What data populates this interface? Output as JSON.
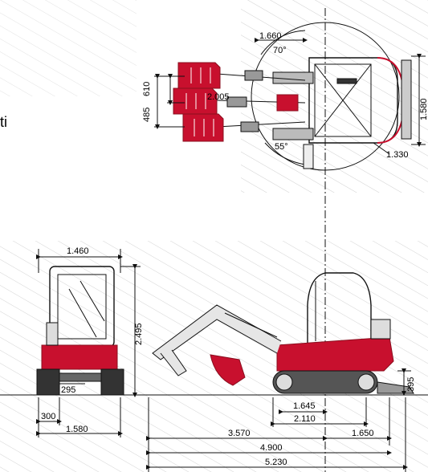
{
  "side_text": "ti",
  "colors": {
    "red": "#c8102e",
    "dark_red": "#8a0f1f",
    "line": "#111111",
    "hatch": "#c9c9c9"
  },
  "top_view": {
    "labels": {
      "d1660": "1.660",
      "a70": "70°",
      "d485": "485",
      "d610": "610",
      "d2005": "2.005",
      "a55": "55°",
      "d1330": "1.330",
      "d1580": "1.580"
    }
  },
  "front_view": {
    "labels": {
      "d1460": "1.460",
      "d2495": "2.495",
      "d295": "295",
      "d300": "300",
      "d1580": "1.580"
    }
  },
  "side_view": {
    "labels": {
      "d395": "395",
      "d1645": "1.645",
      "d2110": "2.110",
      "d3570": "3.570",
      "d1650": "1.650",
      "d4900": "4.900",
      "d5230": "5.230"
    }
  }
}
